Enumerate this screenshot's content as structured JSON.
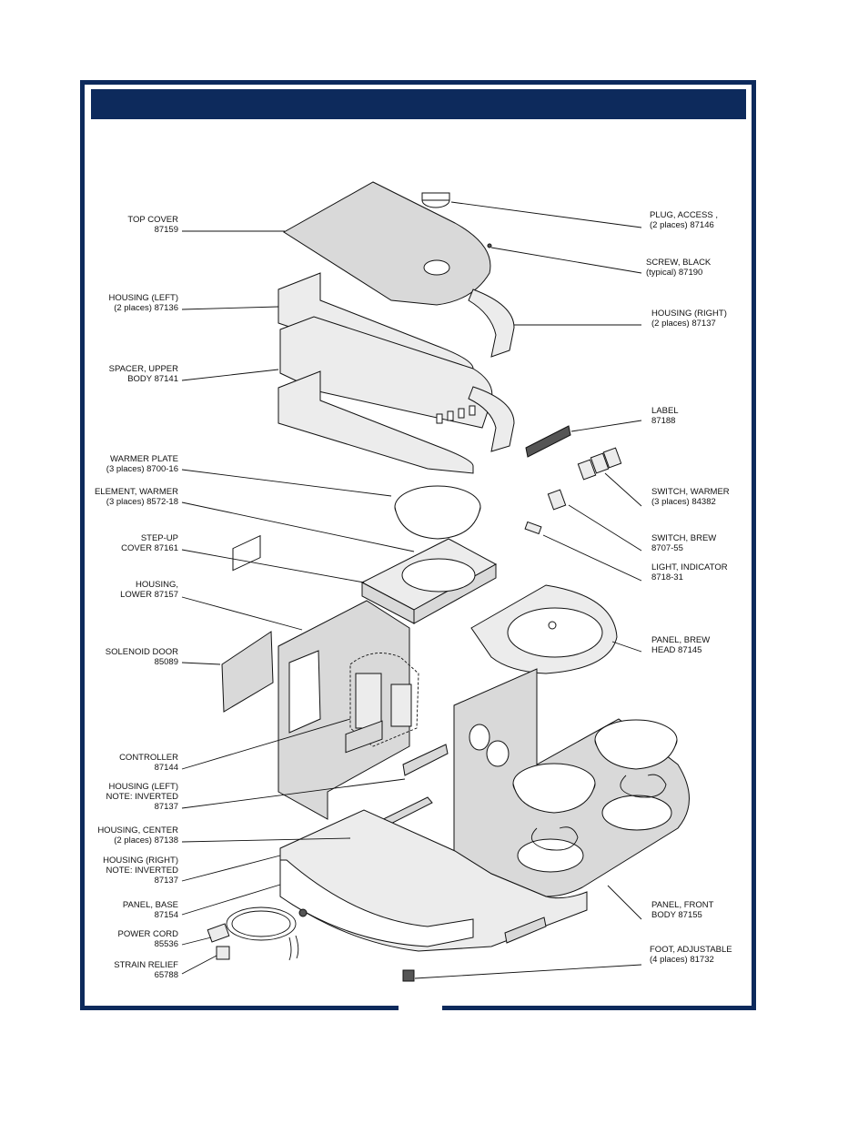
{
  "header": {
    "title": ""
  },
  "labels_left": [
    {
      "id": "top-cover",
      "name": "TOP COVER",
      "part": "87159"
    },
    {
      "id": "housing-left",
      "name": "HOUSING (LEFT)",
      "part": "(2 places) 87136"
    },
    {
      "id": "spacer-upper-body",
      "name": "SPACER, UPPER",
      "part": "BODY     87141"
    },
    {
      "id": "warmer-plate",
      "name": "WARMER PLATE",
      "part": "(3 places) 8700-16"
    },
    {
      "id": "element-warmer",
      "name": "ELEMENT, WARMER",
      "part": "(3 places)   8572-18"
    },
    {
      "id": "step-up-cover",
      "name": "STEP-UP",
      "part": "COVER  87161"
    },
    {
      "id": "housing-lower",
      "name": "HOUSING,",
      "part": "LOWER 87157"
    },
    {
      "id": "solenoid-door",
      "name": "SOLENOID DOOR",
      "part": "85089"
    },
    {
      "id": "controller",
      "name": "CONTROLLER",
      "part": "87144"
    },
    {
      "id": "housing-left-inverted",
      "name": "HOUSING (LEFT)",
      "part2": "NOTE:  INVERTED",
      "part": "87137"
    },
    {
      "id": "housing-center",
      "name": "HOUSING, CENTER",
      "part": "(2 places) 87138"
    },
    {
      "id": "housing-right-inverted",
      "name": "HOUSING (RIGHT)",
      "part2": "NOTE:  INVERTED",
      "part": "87137"
    },
    {
      "id": "panel-base",
      "name": "PANEL, BASE",
      "part": "87154"
    },
    {
      "id": "power-cord",
      "name": "POWER CORD",
      "part": "85536"
    },
    {
      "id": "strain-relief",
      "name": "STRAIN RELIEF",
      "part": "65788"
    }
  ],
  "labels_right": [
    {
      "id": "plug-access",
      "name": "PLUG, ACCESS ,",
      "part": "(2 places)  87146"
    },
    {
      "id": "screw-black",
      "name": "SCREW, BLACK",
      "part": "(typical)    87190"
    },
    {
      "id": "housing-right",
      "name": "HOUSING (RIGHT)",
      "part": "(2 places) 87137"
    },
    {
      "id": "label",
      "name": "LABEL",
      "part": "87188"
    },
    {
      "id": "switch-warmer",
      "name": "SWITCH, WARMER",
      "part": "(3 places)    84382"
    },
    {
      "id": "switch-brew",
      "name": "SWITCH, BREW",
      "part": "8707-55"
    },
    {
      "id": "light-indicator",
      "name": "LIGHT, INDICATOR",
      "part": "8718-31"
    },
    {
      "id": "panel-brew-head",
      "name": "PANEL, BREW",
      "part": "HEAD    87145"
    },
    {
      "id": "panel-front-body",
      "name": "PANEL, FRONT",
      "part": "BODY    87155"
    },
    {
      "id": "foot-adjustable",
      "name": "FOOT, ADJUSTABLE",
      "part": "(4 places)    81732"
    }
  ],
  "colors": {
    "frame": "#0d2a5c",
    "part_fill": "#d9d9d9",
    "line": "#111111"
  }
}
